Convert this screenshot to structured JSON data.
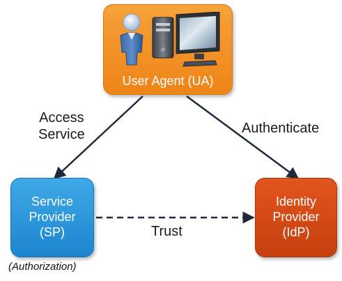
{
  "colors": {
    "user_agent": "#f0891c",
    "service_provider": "#2597dc",
    "identity_provider": "#d44a16",
    "connector": "#1e2a3a"
  },
  "user_agent": {
    "label": "User Agent (UA)",
    "icons": [
      "user-person-icon",
      "desktop-computer-icon"
    ]
  },
  "service_provider": {
    "lines": [
      "Service",
      "Provider",
      "(SP)"
    ],
    "note": "(Authorization)"
  },
  "identity_provider": {
    "lines": [
      "Identity",
      "Provider",
      "(IdP)"
    ]
  },
  "edges": {
    "access": [
      "Access",
      "Service"
    ],
    "authenticate": "Authenticate",
    "trust": "Trust"
  }
}
